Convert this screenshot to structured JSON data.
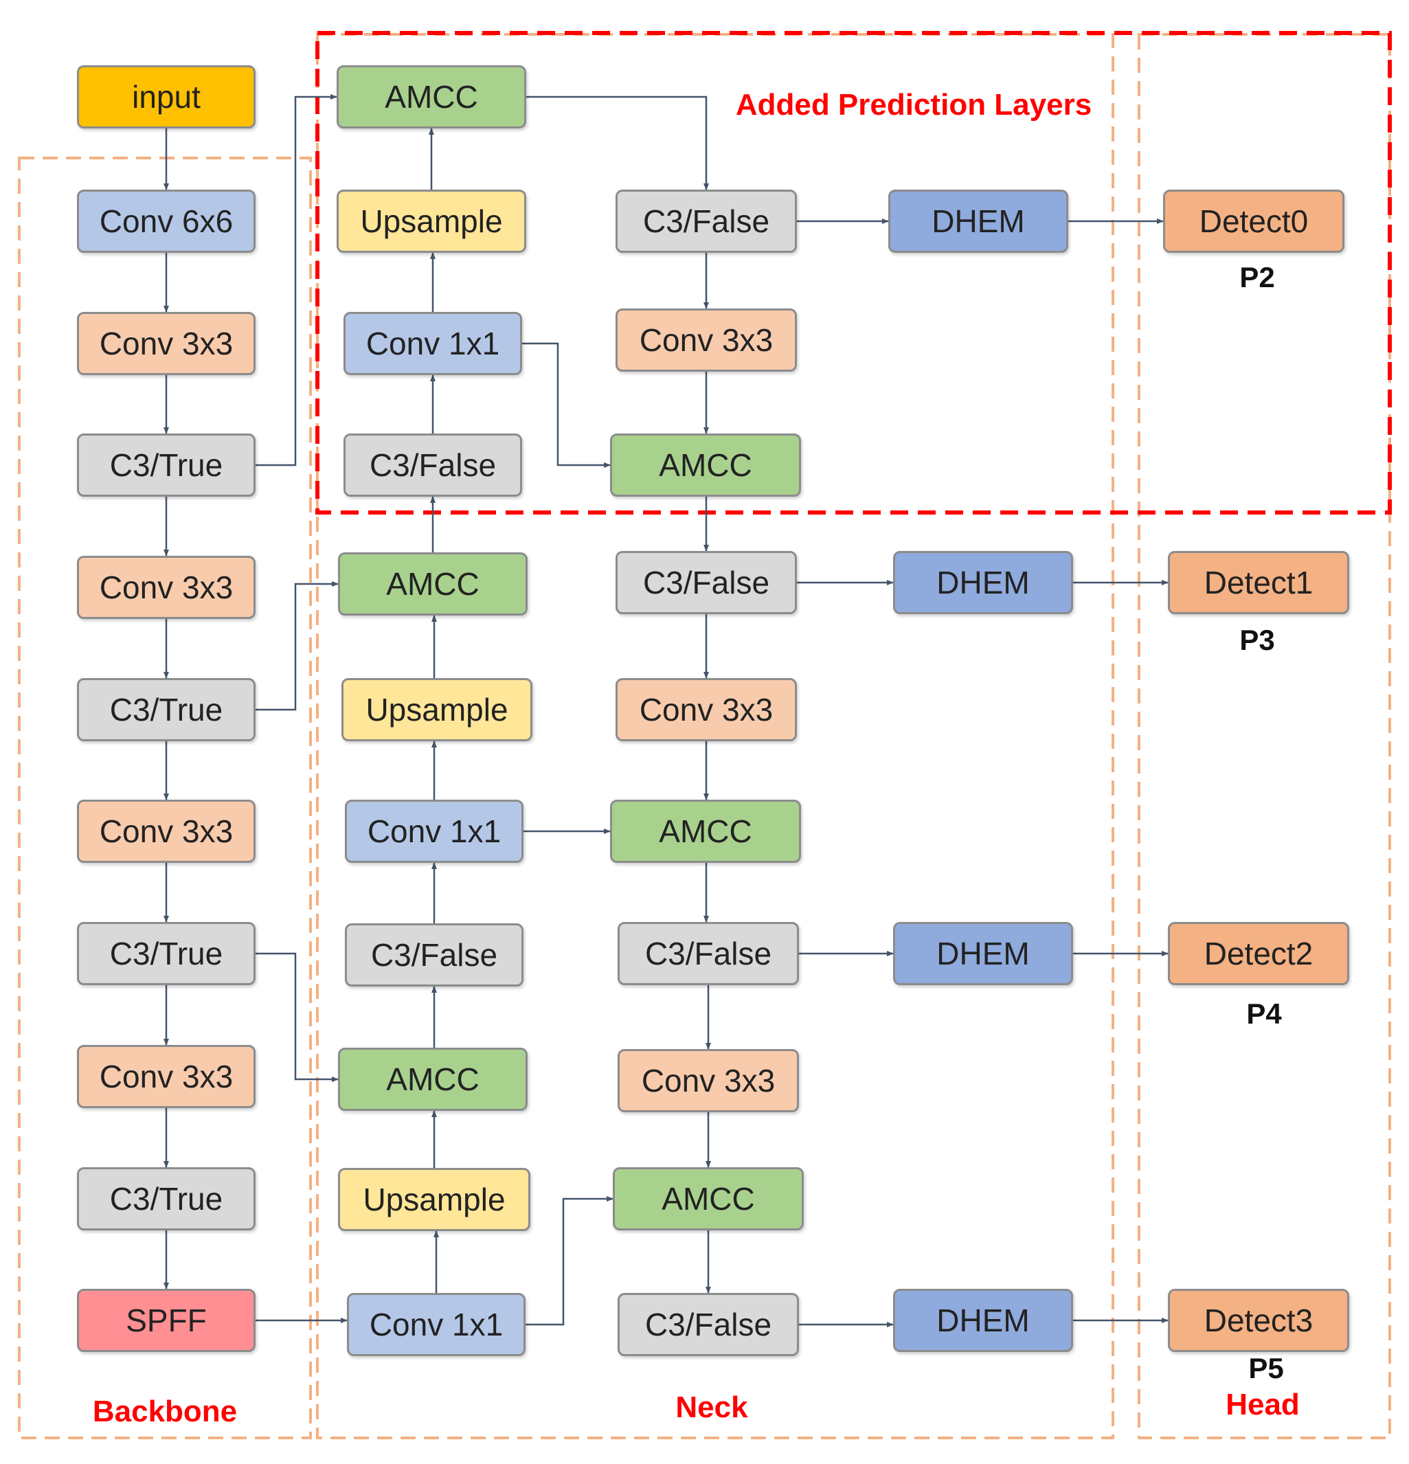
{
  "colors": {
    "input": "#ffc000",
    "conv_blue": "#b4c7e7",
    "conv_orange": "#f8cbad",
    "c3_gray": "#d9d9d9",
    "amcc_green": "#a9d18e",
    "upsample_yellow": "#ffe699",
    "dhem_blue": "#8faadc",
    "detect_orange": "#f4b183",
    "spff_red": "#ff8f93",
    "group_dashed": "#f4b183",
    "added_dashed": "#ff0000",
    "arrow": "#44546a"
  },
  "nodes": {
    "input": "input",
    "b_conv6": "Conv 6x6",
    "b_conv3_1": "Conv 3x3",
    "b_c3_1": "C3/True",
    "b_conv3_2": "Conv 3x3",
    "b_c3_2": "C3/True",
    "b_conv3_3": "Conv 3x3",
    "b_c3_3": "C3/True",
    "b_conv3_4": "Conv 3x3",
    "b_c3_4": "C3/True",
    "b_spff": "SPFF",
    "u_amcc_1": "AMCC",
    "u_up_1": "Upsample",
    "u_conv1_1": "Conv 1x1",
    "u_c3_1": "C3/False",
    "u_amcc_2": "AMCC",
    "u_up_2": "Upsample",
    "u_conv1_2": "Conv 1x1",
    "u_c3_2": "C3/False",
    "u_amcc_3": "AMCC",
    "u_up_3": "Upsample",
    "u_conv1_3": "Conv 1x1",
    "d_c3_1": "C3/False",
    "d_conv3_1": "Conv 3x3",
    "d_amcc_1": "AMCC",
    "d_c3_2": "C3/False",
    "d_conv3_2": "Conv 3x3",
    "d_amcc_2": "AMCC",
    "d_c3_3": "C3/False",
    "d_conv3_3": "Conv 3x3",
    "d_amcc_3": "AMCC",
    "d_c3_4": "C3/False",
    "dhem_1": "DHEM",
    "dhem_2": "DHEM",
    "dhem_3": "DHEM",
    "dhem_4": "DHEM",
    "detect_0": "Detect0",
    "detect_1": "Detect1",
    "detect_2": "Detect2",
    "detect_3": "Detect3"
  },
  "scale_labels": {
    "p2": "P2",
    "p3": "P3",
    "p4": "P4",
    "p5": "P5"
  },
  "group_labels": {
    "added": "Added Prediction Layers",
    "backbone": "Backbone",
    "neck": "Neck",
    "head": "Head"
  }
}
